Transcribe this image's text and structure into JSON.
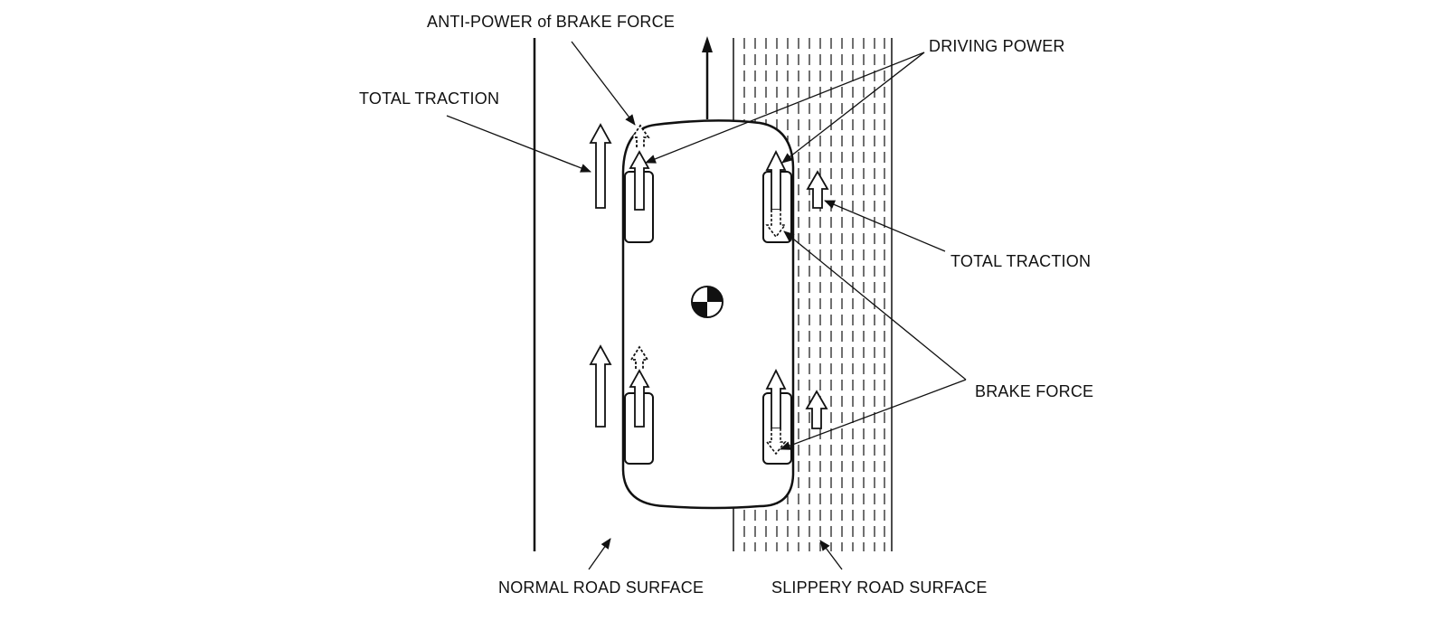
{
  "labels": {
    "anti_power_of_brake_force": "ANTI-POWER of BRAKE FORCE",
    "driving_power": "DRIVING POWER",
    "total_traction_left": "TOTAL TRACTION",
    "total_traction_right": "TOTAL TRACTION",
    "brake_force": "BRAKE FORCE",
    "normal_road_surface": "NORMAL ROAD SURFACE",
    "slippery_road_surface": "SLIPPERY ROAD SURFACE"
  },
  "icons": {
    "center_of_gravity": "center-of-gravity-icon",
    "force_arrow": "hollow-up-arrow-icon"
  },
  "colors": {
    "line": "#111111",
    "background": "#ffffff"
  }
}
